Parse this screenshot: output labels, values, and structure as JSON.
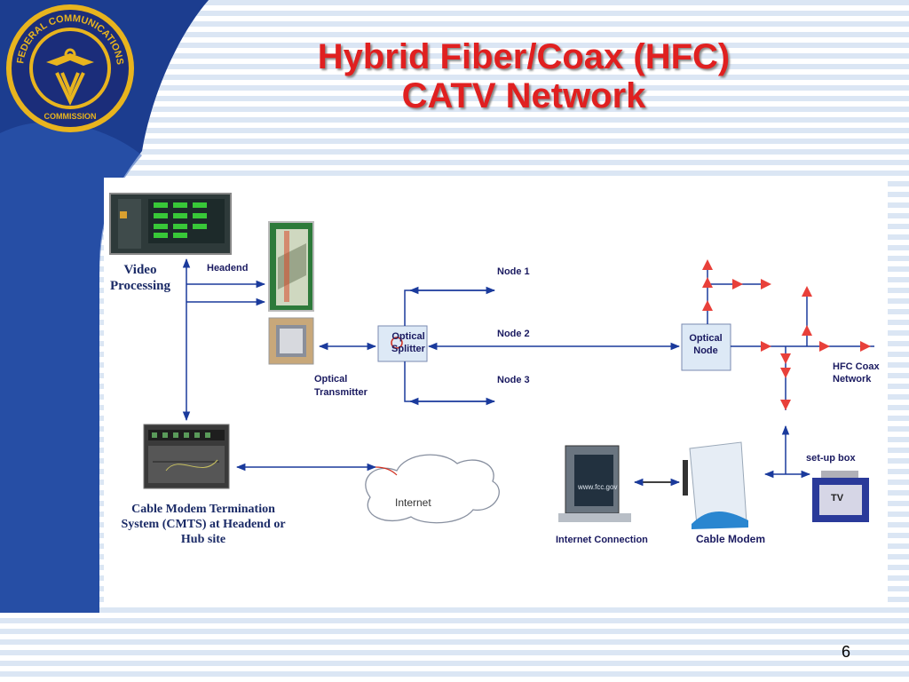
{
  "slide": {
    "title_line1": "Hybrid Fiber/Coax (HFC)",
    "title_line2": "CATV Network",
    "page_number": "6"
  },
  "seal": {
    "text": "FEDERAL COMMUNICATIONS COMMISSION",
    "colors": {
      "ring": "#1b2d7a",
      "gold": "#e8b41e"
    }
  },
  "diagram": {
    "video_processing": [
      "Video",
      "Processing"
    ],
    "headend": "Headend",
    "optical_transmitter": [
      "Optical",
      "Transmitter"
    ],
    "optical_splitter": [
      "Optical",
      "Splitter"
    ],
    "nodes": [
      "Node 1",
      "Node 2",
      "Node 3"
    ],
    "optical_node": [
      "Optical",
      "Node"
    ],
    "hfc_coax_network": [
      "HFC Coax",
      "Network"
    ],
    "cmts": [
      "Cable Modem Termination",
      "System (CMTS) at Headend or",
      "Hub site"
    ],
    "internet": "Internet",
    "set_up_box": "set-up box",
    "tv": "TV",
    "monitor_screen": "www.fcc.gov",
    "internet_connection": "Internet Connection",
    "cable_modem": "Cable Modem"
  },
  "colors": {
    "title": "#e02020",
    "arrow": "#1a3a9c",
    "coax_arrow": "#e8403a",
    "box_fill": "#dde9f6"
  }
}
